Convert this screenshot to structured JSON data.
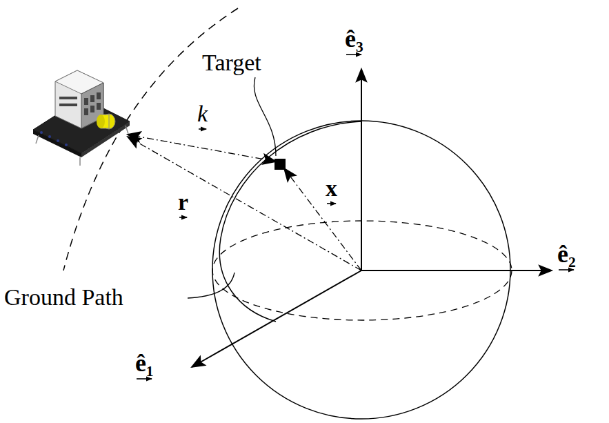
{
  "diagram": {
    "labels": [
      "Target",
      "ê₃",
      "ê₂",
      "ê₁",
      "k",
      "r",
      "x",
      "Ground Path"
    ]
  }
}
